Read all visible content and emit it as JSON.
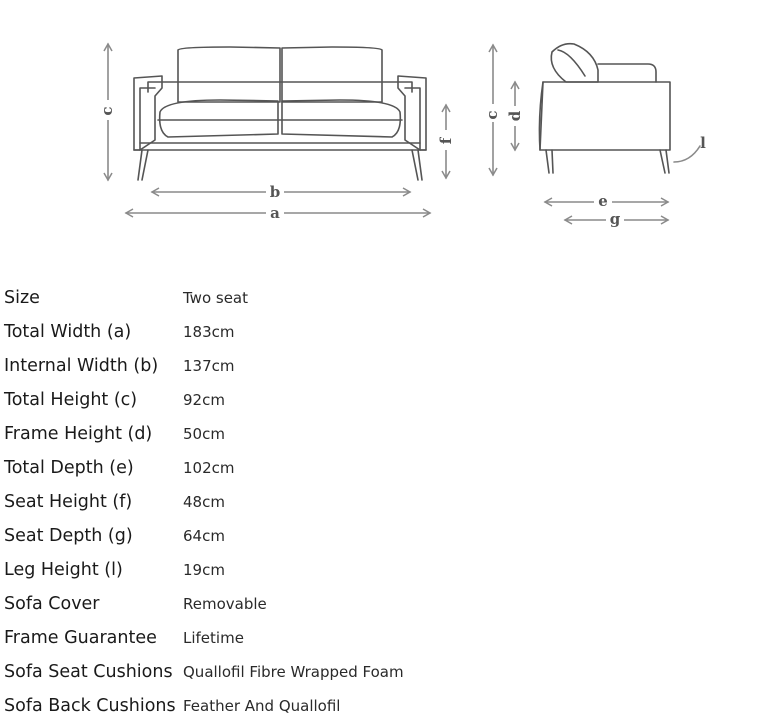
{
  "diagram": {
    "front_view": {
      "a_label": "a",
      "b_label": "b",
      "c_label": "c",
      "f_label": "f"
    },
    "side_view": {
      "c_label": "c",
      "d_label": "d",
      "e_label": "e",
      "g_label": "g",
      "l_label": "l"
    }
  },
  "specs": [
    {
      "label": "Size",
      "value": "Two seat"
    },
    {
      "label": "Total Width (a)",
      "value": "183cm"
    },
    {
      "label": "Internal Width (b)",
      "value": "137cm"
    },
    {
      "label": "Total Height (c)",
      "value": "92cm"
    },
    {
      "label": "Frame Height (d)",
      "value": "50cm"
    },
    {
      "label": "Total Depth (e)",
      "value": "102cm"
    },
    {
      "label": "Seat Height (f)",
      "value": "48cm"
    },
    {
      "label": "Seat Depth (g)",
      "value": "64cm"
    },
    {
      "label": "Leg Height (l)",
      "value": "19cm"
    },
    {
      "label": "Sofa Cover",
      "value": "Removable"
    },
    {
      "label": "Frame Guarantee",
      "value": "Lifetime"
    },
    {
      "label": "Sofa Seat Cushions",
      "value": "Quallofil Fibre Wrapped Foam"
    },
    {
      "label": "Sofa Back Cushions",
      "value": "Feather And Quallofil"
    }
  ]
}
